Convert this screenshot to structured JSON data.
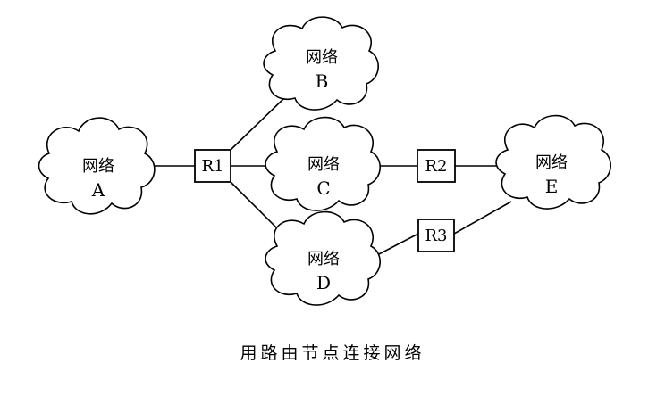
{
  "networks": {
    "a": {
      "title": "网络",
      "letter": "A"
    },
    "b": {
      "title": "网络",
      "letter": "B"
    },
    "c": {
      "title": "网络",
      "letter": "C"
    },
    "d": {
      "title": "网络",
      "letter": "D"
    },
    "e": {
      "title": "网络",
      "letter": "E"
    }
  },
  "routers": {
    "r1": {
      "label": "R1"
    },
    "r2": {
      "label": "R2"
    },
    "r3": {
      "label": "R3"
    }
  },
  "caption": "用路由节点连接网络"
}
